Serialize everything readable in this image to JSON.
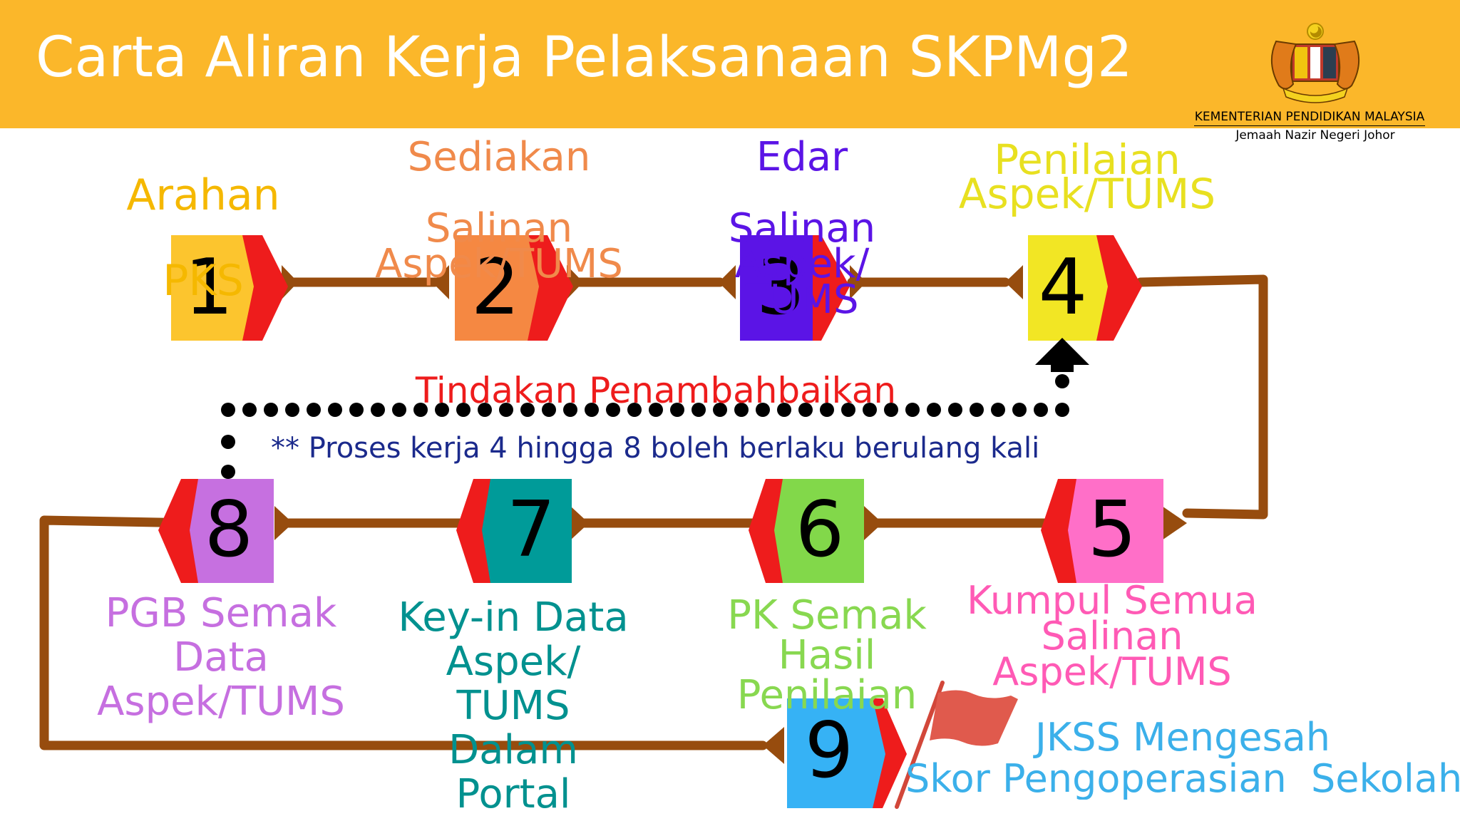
{
  "slide": {
    "title": "Carta Aliran Kerja Pelaksanaan SKPMg2",
    "ministry": "KEMENTERIAN PENDIDIKAN MALAYSIA",
    "department": "Jemaah Nazir Negeri Johor",
    "emblem_icon": "malaysia-coat-of-arms",
    "header_color": "#fbb72a"
  },
  "steps": [
    {
      "number": "1",
      "label": "Arahan\n\nPKS",
      "color": "#fcc52e",
      "text_color": "#f5b800"
    },
    {
      "number": "2",
      "label": "Sediakan\n\nSalinan\nAspek/TUMS",
      "color": "#f58842",
      "text_color": "#f08a4b"
    },
    {
      "number": "3",
      "label": "Edar\n\nSalinan\nAspek/\nTUMS",
      "color": "#5b14e6",
      "text_color": "#5b14e6"
    },
    {
      "number": "4",
      "label": "Penilaian\nAspek/TUMS",
      "color": "#f2e624",
      "text_color": "#e8e020"
    },
    {
      "number": "5",
      "label": "Kumpul Semua\nSalinan\nAspek/TUMS",
      "color": "#ff6fc8",
      "text_color": "#ff5ab5"
    },
    {
      "number": "6",
      "label": "PK Semak\nHasil\nPenilaian",
      "color": "#82d84a",
      "text_color": "#88d850"
    },
    {
      "number": "7",
      "label": "Key-in Data\nAspek/\nTUMS\nDalam\nPortal",
      "color": "#009b99",
      "text_color": "#00918f"
    },
    {
      "number": "8",
      "label": "PGB Semak\nData\nAspek/TUMS",
      "color": "#c670e0",
      "text_color": "#c66fe0"
    },
    {
      "number": "9",
      "label": "JKSS Mengesah\nSkor Pengoperasian  Sekolah",
      "color": "#36b2f5",
      "text_color": "#3bb0ea"
    }
  ],
  "loop": {
    "label": "Tindakan Penambahbaikan",
    "note": "** Proses kerja 4 hingga 8 boleh berlaku berulang kali",
    "label_color": "#ee1c1c",
    "note_color": "#1b2a8c"
  },
  "colors": {
    "connector": "#974c0e",
    "chevron": "#ee1c1c",
    "flag": "#e05a4d"
  }
}
